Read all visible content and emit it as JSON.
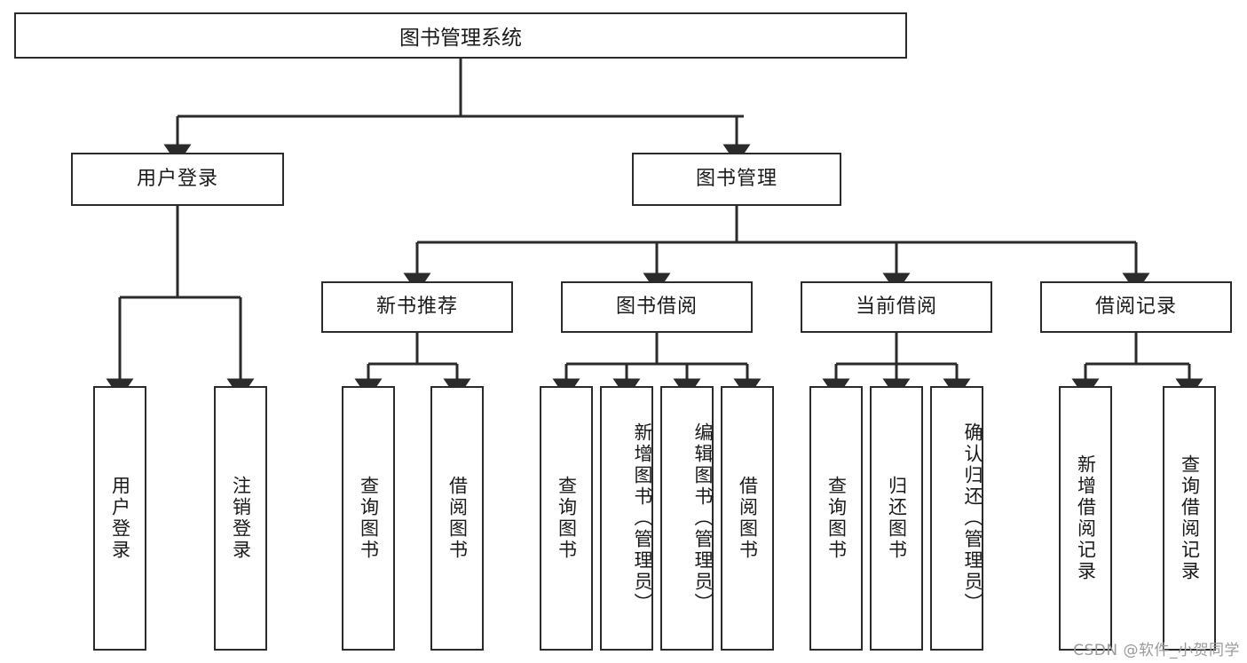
{
  "diagram": {
    "title": "图书管理系统",
    "watermark": "CSDN @软件_小贺同学",
    "stroke_color": "#2b2b2b",
    "background_color": "#ffffff",
    "text_color": "#1a1a1a"
  },
  "nodes": {
    "root": {
      "label": "图书管理系统",
      "level": 1
    },
    "level2": [
      {
        "id": "user-login",
        "label": "用户登录"
      },
      {
        "id": "book-management",
        "label": "图书管理"
      }
    ],
    "level3": [
      {
        "id": "new-book-recommend",
        "label": "新书推荐"
      },
      {
        "id": "book-borrow",
        "label": "图书借阅"
      },
      {
        "id": "current-borrow",
        "label": "当前借阅"
      },
      {
        "id": "borrow-record",
        "label": "借阅记录"
      }
    ],
    "leaves": [
      {
        "id": "leaf-user-login",
        "label": "用户登录",
        "parent": "user-login"
      },
      {
        "id": "leaf-logout-login",
        "label": "注销登录",
        "parent": "user-login"
      },
      {
        "id": "leaf-query-book-1",
        "label": "查询图书",
        "parent": "new-book-recommend"
      },
      {
        "id": "leaf-borrow-book-1",
        "label": "借阅图书",
        "parent": "new-book-recommend"
      },
      {
        "id": "leaf-query-book-2",
        "label": "查询图书",
        "parent": "book-borrow"
      },
      {
        "id": "leaf-add-book",
        "label": "新增图书（管理员）",
        "parent": "book-borrow"
      },
      {
        "id": "leaf-edit-book",
        "label": "编辑图书（管理员）",
        "parent": "book-borrow"
      },
      {
        "id": "leaf-borrow-book-2",
        "label": "借阅图书",
        "parent": "book-borrow"
      },
      {
        "id": "leaf-query-book-3",
        "label": "查询图书",
        "parent": "current-borrow"
      },
      {
        "id": "leaf-return-book",
        "label": "归还图书",
        "parent": "current-borrow"
      },
      {
        "id": "leaf-confirm-return",
        "label": "确认归还（管理员）",
        "parent": "current-borrow"
      },
      {
        "id": "leaf-add-record",
        "label": "新增借阅记录",
        "parent": "borrow-record"
      },
      {
        "id": "leaf-query-record",
        "label": "查询借阅记录",
        "parent": "borrow-record"
      }
    ]
  }
}
